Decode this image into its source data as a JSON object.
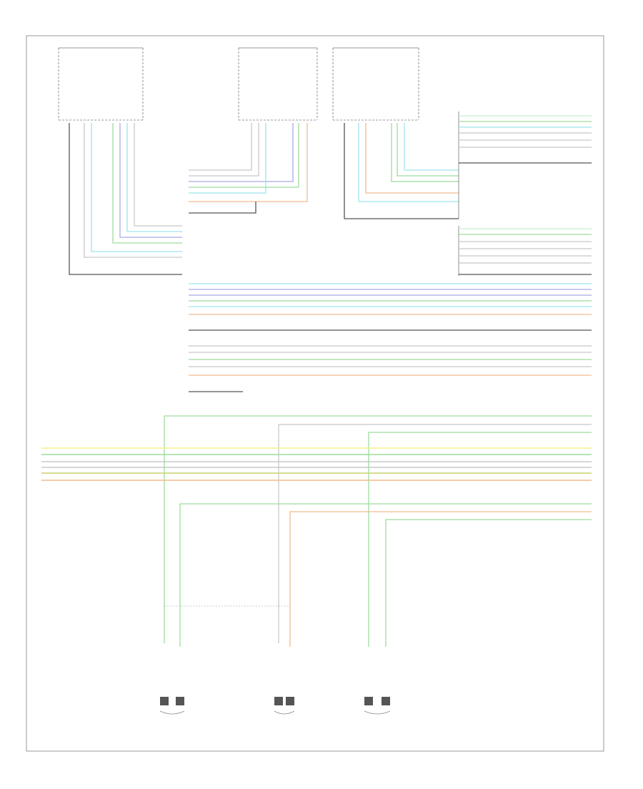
{
  "diagram": {
    "figure_ref": "",
    "wire_colors": {
      "green": "#9edc9e",
      "light_green": "#c9eec9",
      "cyan": "#9fe3ee",
      "blue": "#a9a9e6",
      "orange": "#f2ba8d",
      "yellow": "#f4f48a",
      "olive": "#c9d46a",
      "gray": "#c8c8c8",
      "dark": "#555555",
      "frame": "#999999"
    },
    "components": [
      {
        "id": "instrument-cluster-left",
        "name": "",
        "pins": [
          "",
          "",
          "",
          "",
          "",
          ""
        ]
      },
      {
        "id": "center-module",
        "name": "",
        "pins": [
          "",
          "",
          "",
          "",
          "",
          "",
          ""
        ]
      },
      {
        "id": "instrument-cluster-right",
        "name": "",
        "pins": [
          "",
          "",
          "",
          "",
          "",
          ""
        ]
      },
      {
        "id": "right-speaker",
        "name": ""
      },
      {
        "id": "left-speaker",
        "name": ""
      },
      {
        "id": "center-speaker",
        "name": ""
      }
    ],
    "splices": [
      "",
      "",
      "",
      "",
      "",
      ""
    ],
    "wire_labels": [],
    "grounds": [
      "",
      "",
      "",
      "",
      ""
    ]
  }
}
